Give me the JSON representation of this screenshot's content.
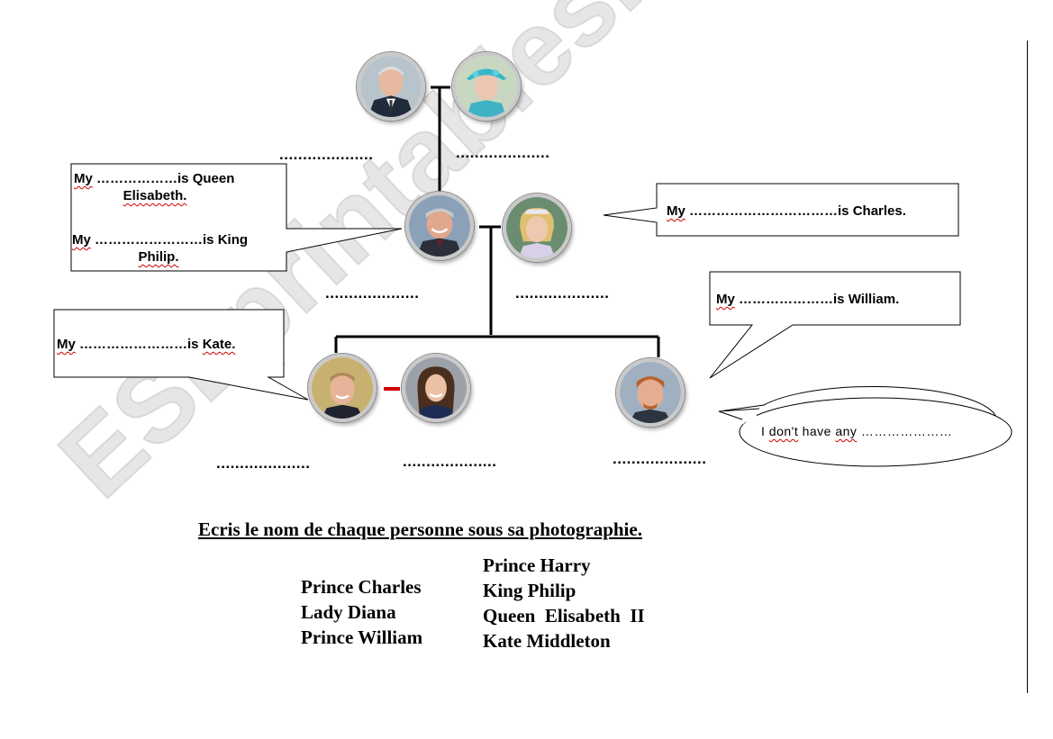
{
  "blank": "....................",
  "bubbles": {
    "charles_left": {
      "line1_pre": "My",
      "line1_dots": "………………",
      "line1_post": "is Queen",
      "line1_name": "Elisabeth.",
      "line2_pre": "My",
      "line2_dots": "……………………",
      "line2_post": "is King",
      "line2_name": "Philip."
    },
    "diana": {
      "pre": "My",
      "dots": "……………………………",
      "post": "is Charles."
    },
    "william": {
      "pre": "My",
      "dots": "……………………",
      "post": "is",
      "name": "Kate."
    },
    "harry": {
      "pre": "My",
      "dots": "…………………",
      "post": "is William."
    },
    "harry_thought": {
      "pre": "I",
      "word1": "don't",
      "mid": "have",
      "word2": "any",
      "dots": "…………………"
    }
  },
  "instruction": "Ecris le nom de chaque personne sous sa photographie.",
  "names_left": [
    "Prince Charles",
    "Lady Diana",
    "Prince William"
  ],
  "names_right": [
    "Prince Harry",
    "King Philip",
    "Queen  Elisabeth  II",
    "Kate Middleton"
  ],
  "watermark": "ESLprintables.com",
  "people": [
    "philip-photo",
    "elizabeth-photo",
    "charles-photo",
    "diana-photo",
    "william-photo",
    "kate-photo",
    "harry-photo"
  ]
}
